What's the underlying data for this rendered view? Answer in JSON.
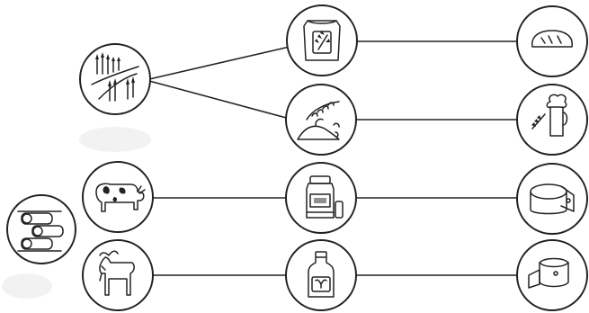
{
  "diagram": {
    "nodes": [
      {
        "id": "wheat-field",
        "icon": "wheat-field-icon"
      },
      {
        "id": "hay-bales",
        "icon": "hay-bales-icon"
      },
      {
        "id": "cow",
        "icon": "cow-icon"
      },
      {
        "id": "goat",
        "icon": "goat-icon"
      },
      {
        "id": "flour-sack",
        "icon": "flour-sack-icon"
      },
      {
        "id": "grain-pile",
        "icon": "grain-pile-icon"
      },
      {
        "id": "milk-churn",
        "icon": "milk-churn-icon"
      },
      {
        "id": "goat-milk-bottle",
        "icon": "goat-milk-bottle-icon"
      },
      {
        "id": "bread",
        "icon": "bread-icon"
      },
      {
        "id": "beer",
        "icon": "beer-icon"
      },
      {
        "id": "cheese-wheel",
        "icon": "cheese-wheel-icon"
      },
      {
        "id": "goat-cheese",
        "icon": "goat-cheese-icon"
      }
    ],
    "edges": [
      {
        "from": "wheat-field",
        "to": "flour-sack"
      },
      {
        "from": "wheat-field",
        "to": "grain-pile"
      },
      {
        "from": "flour-sack",
        "to": "bread"
      },
      {
        "from": "grain-pile",
        "to": "beer"
      },
      {
        "from": "cow",
        "to": "milk-churn"
      },
      {
        "from": "milk-churn",
        "to": "cheese-wheel"
      },
      {
        "from": "goat",
        "to": "goat-milk-bottle"
      },
      {
        "from": "goat-milk-bottle",
        "to": "goat-cheese"
      }
    ],
    "colors": {
      "line": "#222222",
      "background": "#ffffff"
    }
  }
}
